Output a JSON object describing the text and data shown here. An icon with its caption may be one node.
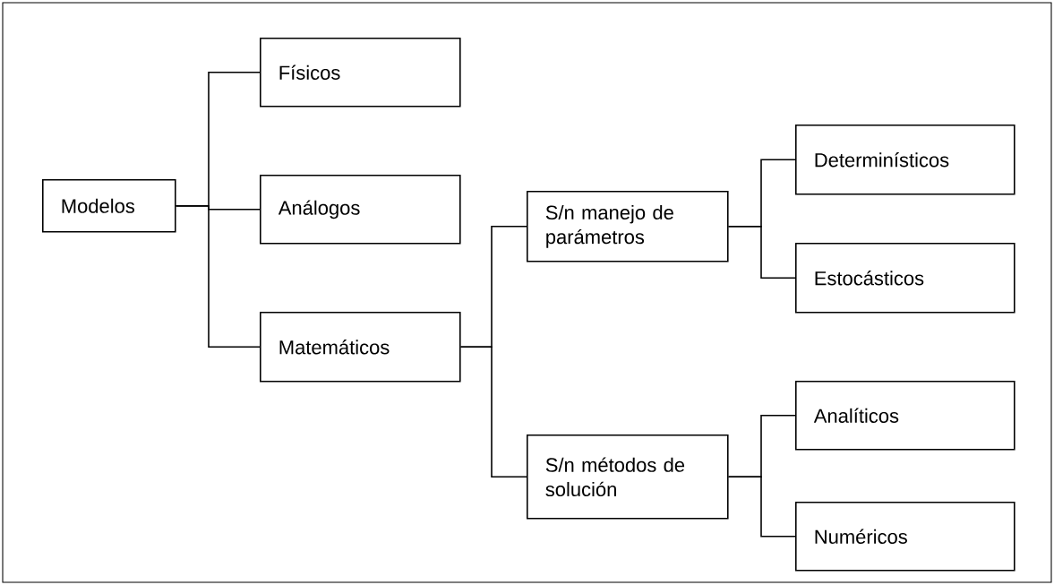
{
  "diagram": {
    "nodes": [
      {
        "text": [
          "Modelos"
        ]
      },
      {
        "text": [
          "Físicos"
        ]
      },
      {
        "text": [
          "Análogos"
        ]
      },
      {
        "text": [
          "Matemáticos"
        ]
      },
      {
        "text": [
          "S/n manejo de parámetros"
        ]
      },
      {
        "text": [
          "Determinísticos"
        ]
      },
      {
        "text": [
          "Estocásticos"
        ]
      },
      {
        "text": [
          "S/n métodos de solución"
        ]
      },
      {
        "text": [
          "Analíticos"
        ]
      },
      {
        "text": [
          "Numéricos"
        ]
      }
    ],
    "edges": [
      {
        "from": 0,
        "to": 1,
        "arrow": "none"
      },
      {
        "from": 0,
        "to": 2,
        "arrow": "none"
      },
      {
        "from": 0,
        "to": 3,
        "arrow": "none"
      },
      {
        "from": 3,
        "to": 4,
        "arrow": "none"
      },
      {
        "from": 3,
        "to": 7,
        "arrow": "none"
      },
      {
        "from": 4,
        "to": 5,
        "arrow": "none"
      },
      {
        "from": 4,
        "to": 6,
        "arrow": "none"
      },
      {
        "from": 7,
        "to": 8,
        "arrow": "none"
      },
      {
        "from": 7,
        "to": 9,
        "arrow": "none"
      }
    ]
  }
}
